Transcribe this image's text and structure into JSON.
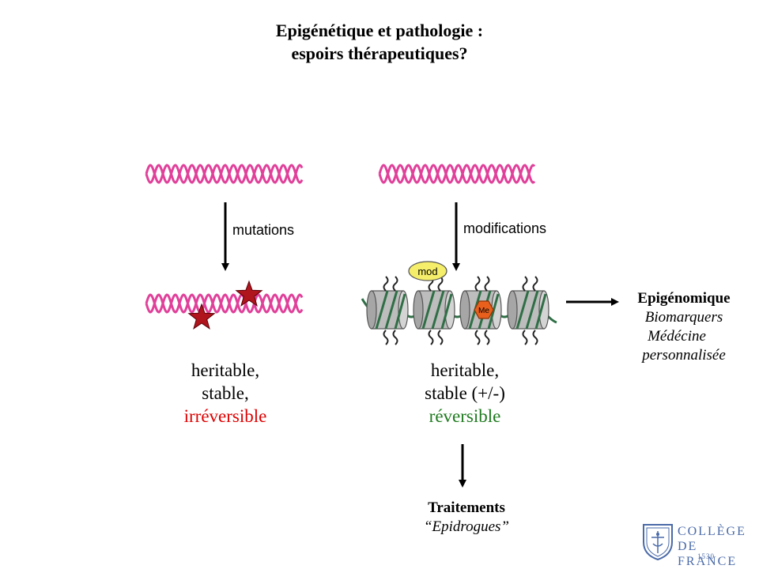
{
  "title": {
    "line1": "Epigénétique et pathologie :",
    "line2": "espoirs thérapeutiques?"
  },
  "left": {
    "arrow_label": "mutations",
    "properties": [
      "heritable,",
      "stable,"
    ],
    "key_property": "irréversible"
  },
  "right": {
    "arrow_label": "modifications",
    "mod_tag": "mod",
    "me_tag": "Me",
    "properties": [
      "heritable,",
      "stable (+/-)"
    ],
    "key_property": "réversible"
  },
  "epigenomics": {
    "heading": "Epigénomique",
    "items": [
      "Biomarquers",
      "Médécine",
      "personnalisée"
    ]
  },
  "treatments": {
    "heading": "Traitements",
    "subtitle": "“Epidrogues”"
  },
  "logo": {
    "line1": "COLLÈGE",
    "line2": "DE FRANCE",
    "year": "1530"
  },
  "colors": {
    "dna": "#e0409a",
    "mutation_star": "#b0141c",
    "nucleosome": "#b9b9b9",
    "dna_wrap": "#2f6f46",
    "mod_tag": "#f5ee6a",
    "me_tag": "#e8601c",
    "irreversible": "#e00000",
    "reversible": "#1e7a1e",
    "logo": "#4a6aa8"
  }
}
